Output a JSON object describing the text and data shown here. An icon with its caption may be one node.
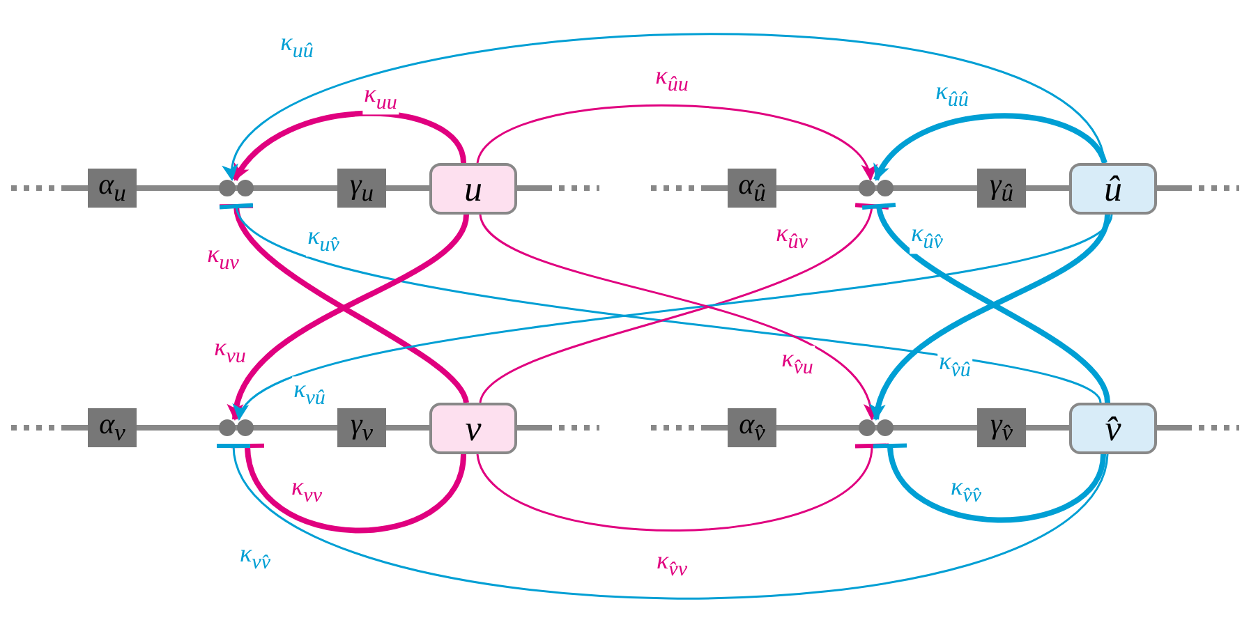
{
  "diagram": {
    "nodes": [
      {
        "text": [
          "α$_{u}$"
        ]
      },
      {
        "text": [],
        "shape": "circle"
      },
      {
        "text": [
          "γ$_{u}$"
        ]
      },
      {
        "text": [
          "u"
        ]
      },
      {
        "text": [
          "α$_{û}$"
        ]
      },
      {
        "text": [],
        "shape": "circle"
      },
      {
        "text": [
          "γ$_{û}$"
        ]
      },
      {
        "text": [
          "û"
        ]
      },
      {
        "text": [
          "α$_{v}$"
        ]
      },
      {
        "text": [],
        "shape": "circle"
      },
      {
        "text": [
          "γ$_{v}$"
        ]
      },
      {
        "text": [
          "v"
        ]
      },
      {
        "text": [
          "α$_{v̂}$"
        ]
      },
      {
        "text": [],
        "shape": "circle"
      },
      {
        "text": [
          "γ$_{v̂}$"
        ]
      },
      {
        "text": [
          "v̂"
        ]
      }
    ],
    "edges": [
      {
        "from": 3,
        "to": 1,
        "arrow": "to",
        "label": "κ$_{uu}$",
        "style": "thick",
        "color": "#e0007f"
      },
      {
        "from": 7,
        "to": 1,
        "arrow": "to",
        "label": "κ$_{uû}$",
        "color": "#009fd4"
      },
      {
        "from": 11,
        "to": 1,
        "arrow": "other",
        "label": "κ$_{uv}$",
        "style": "thick",
        "color": "#e0007f"
      },
      {
        "from": 15,
        "to": 1,
        "arrow": "other",
        "label": "κ$_{uv̂}$",
        "color": "#009fd4"
      },
      {
        "from": 3,
        "to": 5,
        "arrow": "to",
        "label": "κ$_{ûu}$",
        "color": "#e0007f"
      },
      {
        "from": 7,
        "to": 5,
        "arrow": "to",
        "label": "κ$_{ûû}$",
        "style": "thick",
        "color": "#009fd4"
      },
      {
        "from": 11,
        "to": 5,
        "arrow": "other",
        "label": "κ$_{ûv}$",
        "color": "#e0007f"
      },
      {
        "from": 15,
        "to": 5,
        "arrow": "other",
        "label": "κ$_{ûv̂}$",
        "style": "thick",
        "color": "#009fd4"
      },
      {
        "from": 3,
        "to": 9,
        "arrow": "to",
        "label": "κ$_{vu}$",
        "style": "thick",
        "color": "#e0007f"
      },
      {
        "from": 7,
        "to": 9,
        "arrow": "to",
        "label": "κ$_{vû}$",
        "color": "#009fd4"
      },
      {
        "from": 11,
        "to": 9,
        "arrow": "other",
        "label": "κ$_{vv}$",
        "style": "thick",
        "color": "#e0007f"
      },
      {
        "from": 15,
        "to": 9,
        "arrow": "other",
        "label": "κ$_{vv̂}$",
        "color": "#009fd4"
      },
      {
        "from": 3,
        "to": 13,
        "arrow": "to",
        "label": "κ$_{v̂u}$",
        "color": "#e0007f"
      },
      {
        "from": 7,
        "to": 13,
        "arrow": "to",
        "label": "κ$_{v̂û}$",
        "style": "thick",
        "color": "#009fd4"
      },
      {
        "from": 11,
        "to": 13,
        "arrow": "other",
        "label": "κ$_{v̂v}$",
        "color": "#e0007f"
      },
      {
        "from": 15,
        "to": 13,
        "arrow": "other",
        "label": "κ$_{v̂v̂}$",
        "style": "thick",
        "color": "#009fd4"
      }
    ]
  }
}
